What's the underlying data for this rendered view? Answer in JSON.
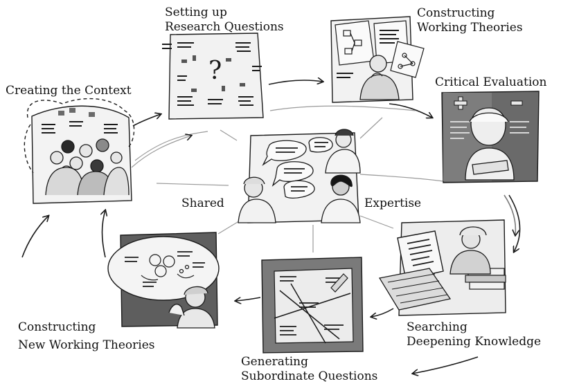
{
  "stages": [
    {
      "id": "creating-context",
      "lines": [
        "Creating the Context"
      ]
    },
    {
      "id": "setting-up-questions",
      "lines": [
        "Setting up",
        "Research Questions"
      ]
    },
    {
      "id": "constructing-working-theories",
      "lines": [
        "Constructing",
        "Working Theories"
      ]
    },
    {
      "id": "critical-evaluation",
      "lines": [
        "Critical Evaluation"
      ]
    },
    {
      "id": "searching-deepening",
      "lines": [
        "Searching",
        "Deepening Knowledge"
      ]
    },
    {
      "id": "generating-subordinate",
      "lines": [
        "Generating",
        "Subordinate Questions"
      ]
    },
    {
      "id": "constructing-new-theories",
      "lines": [
        "Constructing",
        "New Working Theories"
      ]
    }
  ],
  "center": {
    "left_label": "Shared",
    "right_label": "Expertise"
  },
  "colors": {
    "ink": "#1a1a1a",
    "paper": "#f2f2f2",
    "panel_dark": "#5e5e5e",
    "panel_mid": "#8a8a8a"
  }
}
